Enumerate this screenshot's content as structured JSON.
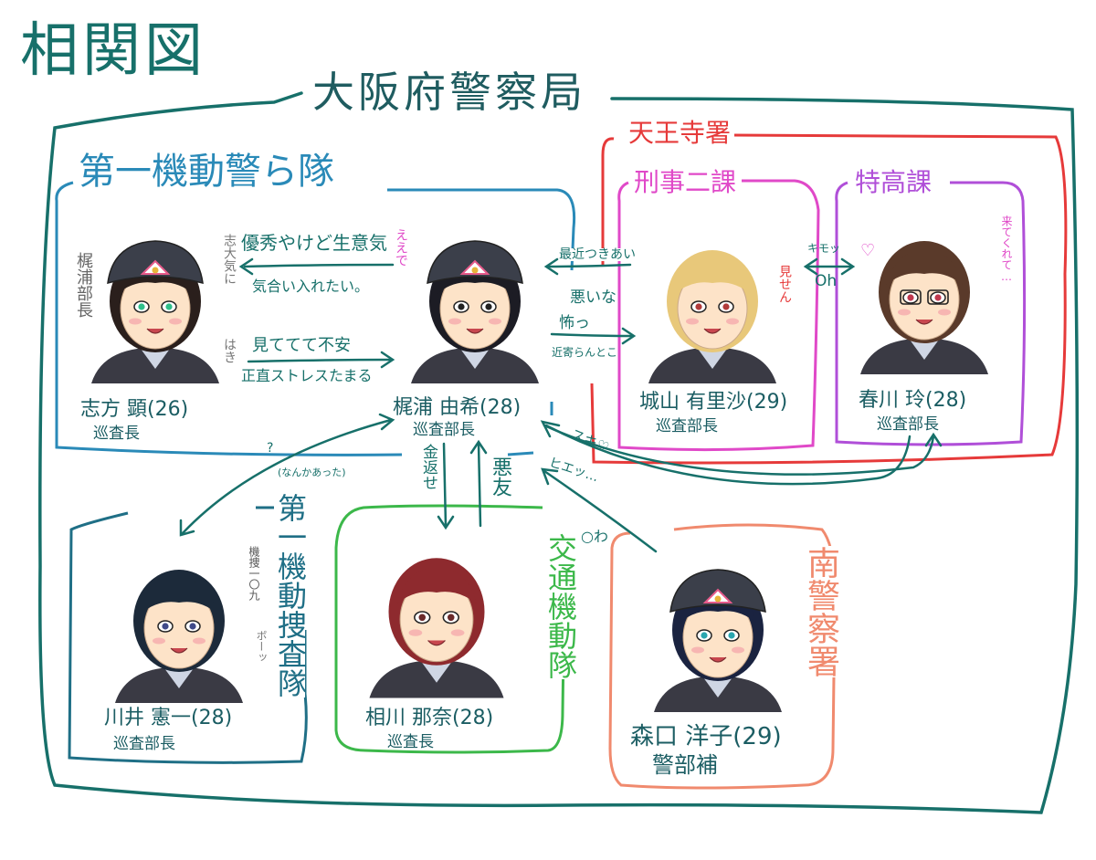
{
  "title": "相関図",
  "org": "大阪府警察局",
  "groups": {
    "unit1": "第一機動警ら隊",
    "tennoji": "天王寺署",
    "keiji2": "刑事二課",
    "tokko": "特高課",
    "traffic": "交通機動隊",
    "minami": "南警察署",
    "unit1_inv": "第一機動捜査隊"
  },
  "persons": [
    {
      "id": "shida",
      "name": "志方 顕(26)",
      "rank": "巡査長",
      "hair": "#2a1f1c",
      "eye": "#2fbf8a"
    },
    {
      "id": "kajiura",
      "name": "梶浦 由希(28)",
      "rank": "巡査部長",
      "hair": "#1c1c24",
      "eye": "#222222"
    },
    {
      "id": "shiroyama",
      "name": "城山 有里沙(29)",
      "rank": "巡査部長",
      "hair": "#e8c87a",
      "eye": "#b13b3b"
    },
    {
      "id": "harukawa",
      "name": "春川 玲(28)",
      "rank": "巡査部長",
      "hair": "#5a3a2a",
      "eye": "#c0394f"
    },
    {
      "id": "kawai",
      "name": "川井 憲一(28)",
      "rank": "巡査部長",
      "hair": "#1c2a3a",
      "eye": "#3f4a8a"
    },
    {
      "id": "aikawa",
      "name": "相川 那奈(28)",
      "rank": "巡査長",
      "hair": "#8e2a2e",
      "eye": "#6b2a2a"
    },
    {
      "id": "morinoguchi",
      "name": "森口 洋子(29)",
      "rank": "警部補",
      "hair": "#1a2340",
      "eye": "#2aa6b0"
    }
  ],
  "notes": {
    "yuushuu": "優秀やけど生意気",
    "kiai": "気合い入れたい。",
    "mitete": "見ててて不安",
    "shoujiki": "正直ストレスたまる",
    "shida_side": "志大気に",
    "shida_side2": "はき",
    "kajiura_bubble": "梶浦部長",
    "ee": "ええで",
    "saikin": "最近つきあい",
    "warui": "悪いな",
    "kowai": "怖っ",
    "chikayoranai": "近寄らんとこ",
    "kimo": "キモッ",
    "oh": "Oh",
    "kimo2": "来てくれて…",
    "mise": "見せん",
    "suki": "スキ♡",
    "hiee": "ヒエッ…",
    "kane": "金返せ",
    "akutomo": "悪友",
    "nanika": "(なんかあった)",
    "q": "?",
    "kigi": "機捜一〇九",
    "boo": "ボーッ",
    "dochira": "○わ",
    "heart": "♡"
  },
  "colors": {
    "teal": "#17706a",
    "blue": "#2a8ab8",
    "red": "#e63a3a",
    "pink": "#e049c8",
    "purple": "#b04fd8",
    "green": "#3cb84a",
    "salmon": "#f08a6e"
  }
}
